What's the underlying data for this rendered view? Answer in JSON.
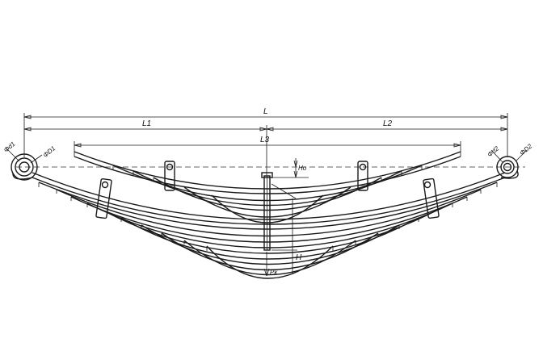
{
  "diagram": {
    "labels": {
      "L": "L",
      "L1": "L1",
      "L2": "L2",
      "L3": "L3",
      "Ho": "Ho",
      "H": "H",
      "Pk": "Pк",
      "phi_d1": "Φd1",
      "phi_D1": "ΦD1",
      "phi_d2": "Φd2",
      "phi_D2": "ΦD2"
    },
    "colors": {
      "stroke": "#1a1a1a",
      "axis": "#666666",
      "background": "#ffffff"
    }
  }
}
